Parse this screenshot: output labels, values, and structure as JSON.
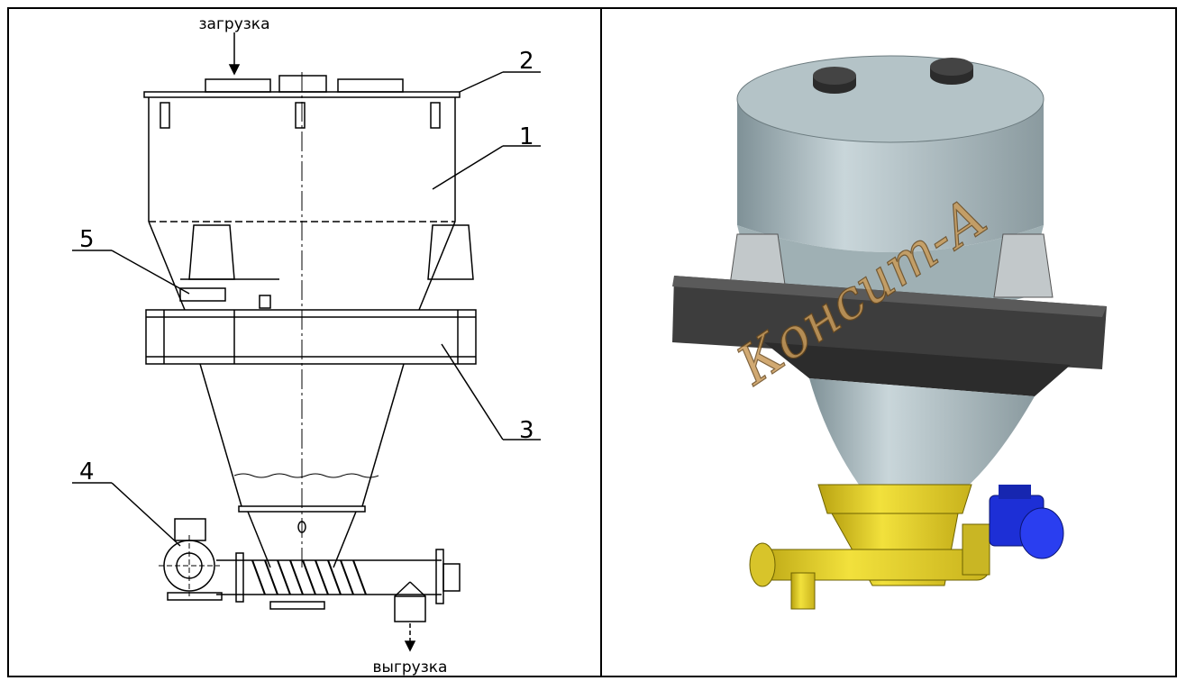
{
  "left_drawing": {
    "label_load": "загрузка",
    "label_unload": "выгрузка",
    "callouts": [
      "1",
      "2",
      "3",
      "4",
      "5"
    ]
  },
  "right_render": {
    "watermark": "Консит-А"
  },
  "colors": {
    "hopper_steel": "#a9b8bd",
    "frame_steel": "#3a3a3a",
    "feeder_yellow": "#e8d22a",
    "motor_blue": "#1d2fd6"
  }
}
